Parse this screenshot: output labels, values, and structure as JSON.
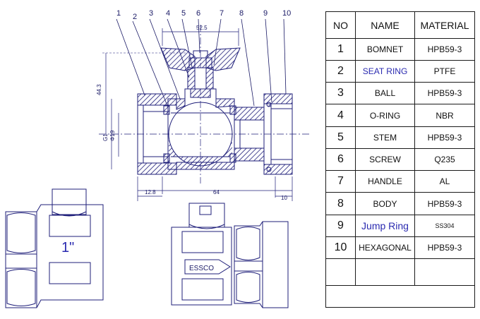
{
  "callouts": [
    "1",
    "2",
    "3",
    "4",
    "5",
    "6",
    "7",
    "8",
    "9",
    "10"
  ],
  "dimensions": {
    "top_width": "52.5",
    "height": "44.3",
    "g1": "G1",
    "bore": "Φ19",
    "left_thread": "12.8",
    "overall": "64",
    "right_thread": "10"
  },
  "views": {
    "size_label": "1\"",
    "brand_label": "ESSCO"
  },
  "table": {
    "headers": {
      "no": "NO",
      "name": "NAME",
      "material": "MATERIAL"
    },
    "rows": [
      {
        "no": "1",
        "name": "BOMNET",
        "material": "HPB59-3"
      },
      {
        "no": "2",
        "name": "SEAT RING",
        "material": "PTFE"
      },
      {
        "no": "3",
        "name": "BALL",
        "material": "HPB59-3"
      },
      {
        "no": "4",
        "name": "O-RING",
        "material": "NBR"
      },
      {
        "no": "5",
        "name": "STEM",
        "material": "HPB59-3"
      },
      {
        "no": "6",
        "name": "SCREW",
        "material": "Q235"
      },
      {
        "no": "7",
        "name": "HANDLE",
        "material": "AL"
      },
      {
        "no": "8",
        "name": "BODY",
        "material": "HPB59-3"
      },
      {
        "no": "9",
        "name": "Jump Ring",
        "material": "SS304"
      },
      {
        "no": "10",
        "name": "HEXAGONAL",
        "material": "HPB59-3"
      },
      {
        "no": "",
        "name": "",
        "material": ""
      },
      {
        "no": "",
        "name": "",
        "material": ""
      }
    ]
  }
}
